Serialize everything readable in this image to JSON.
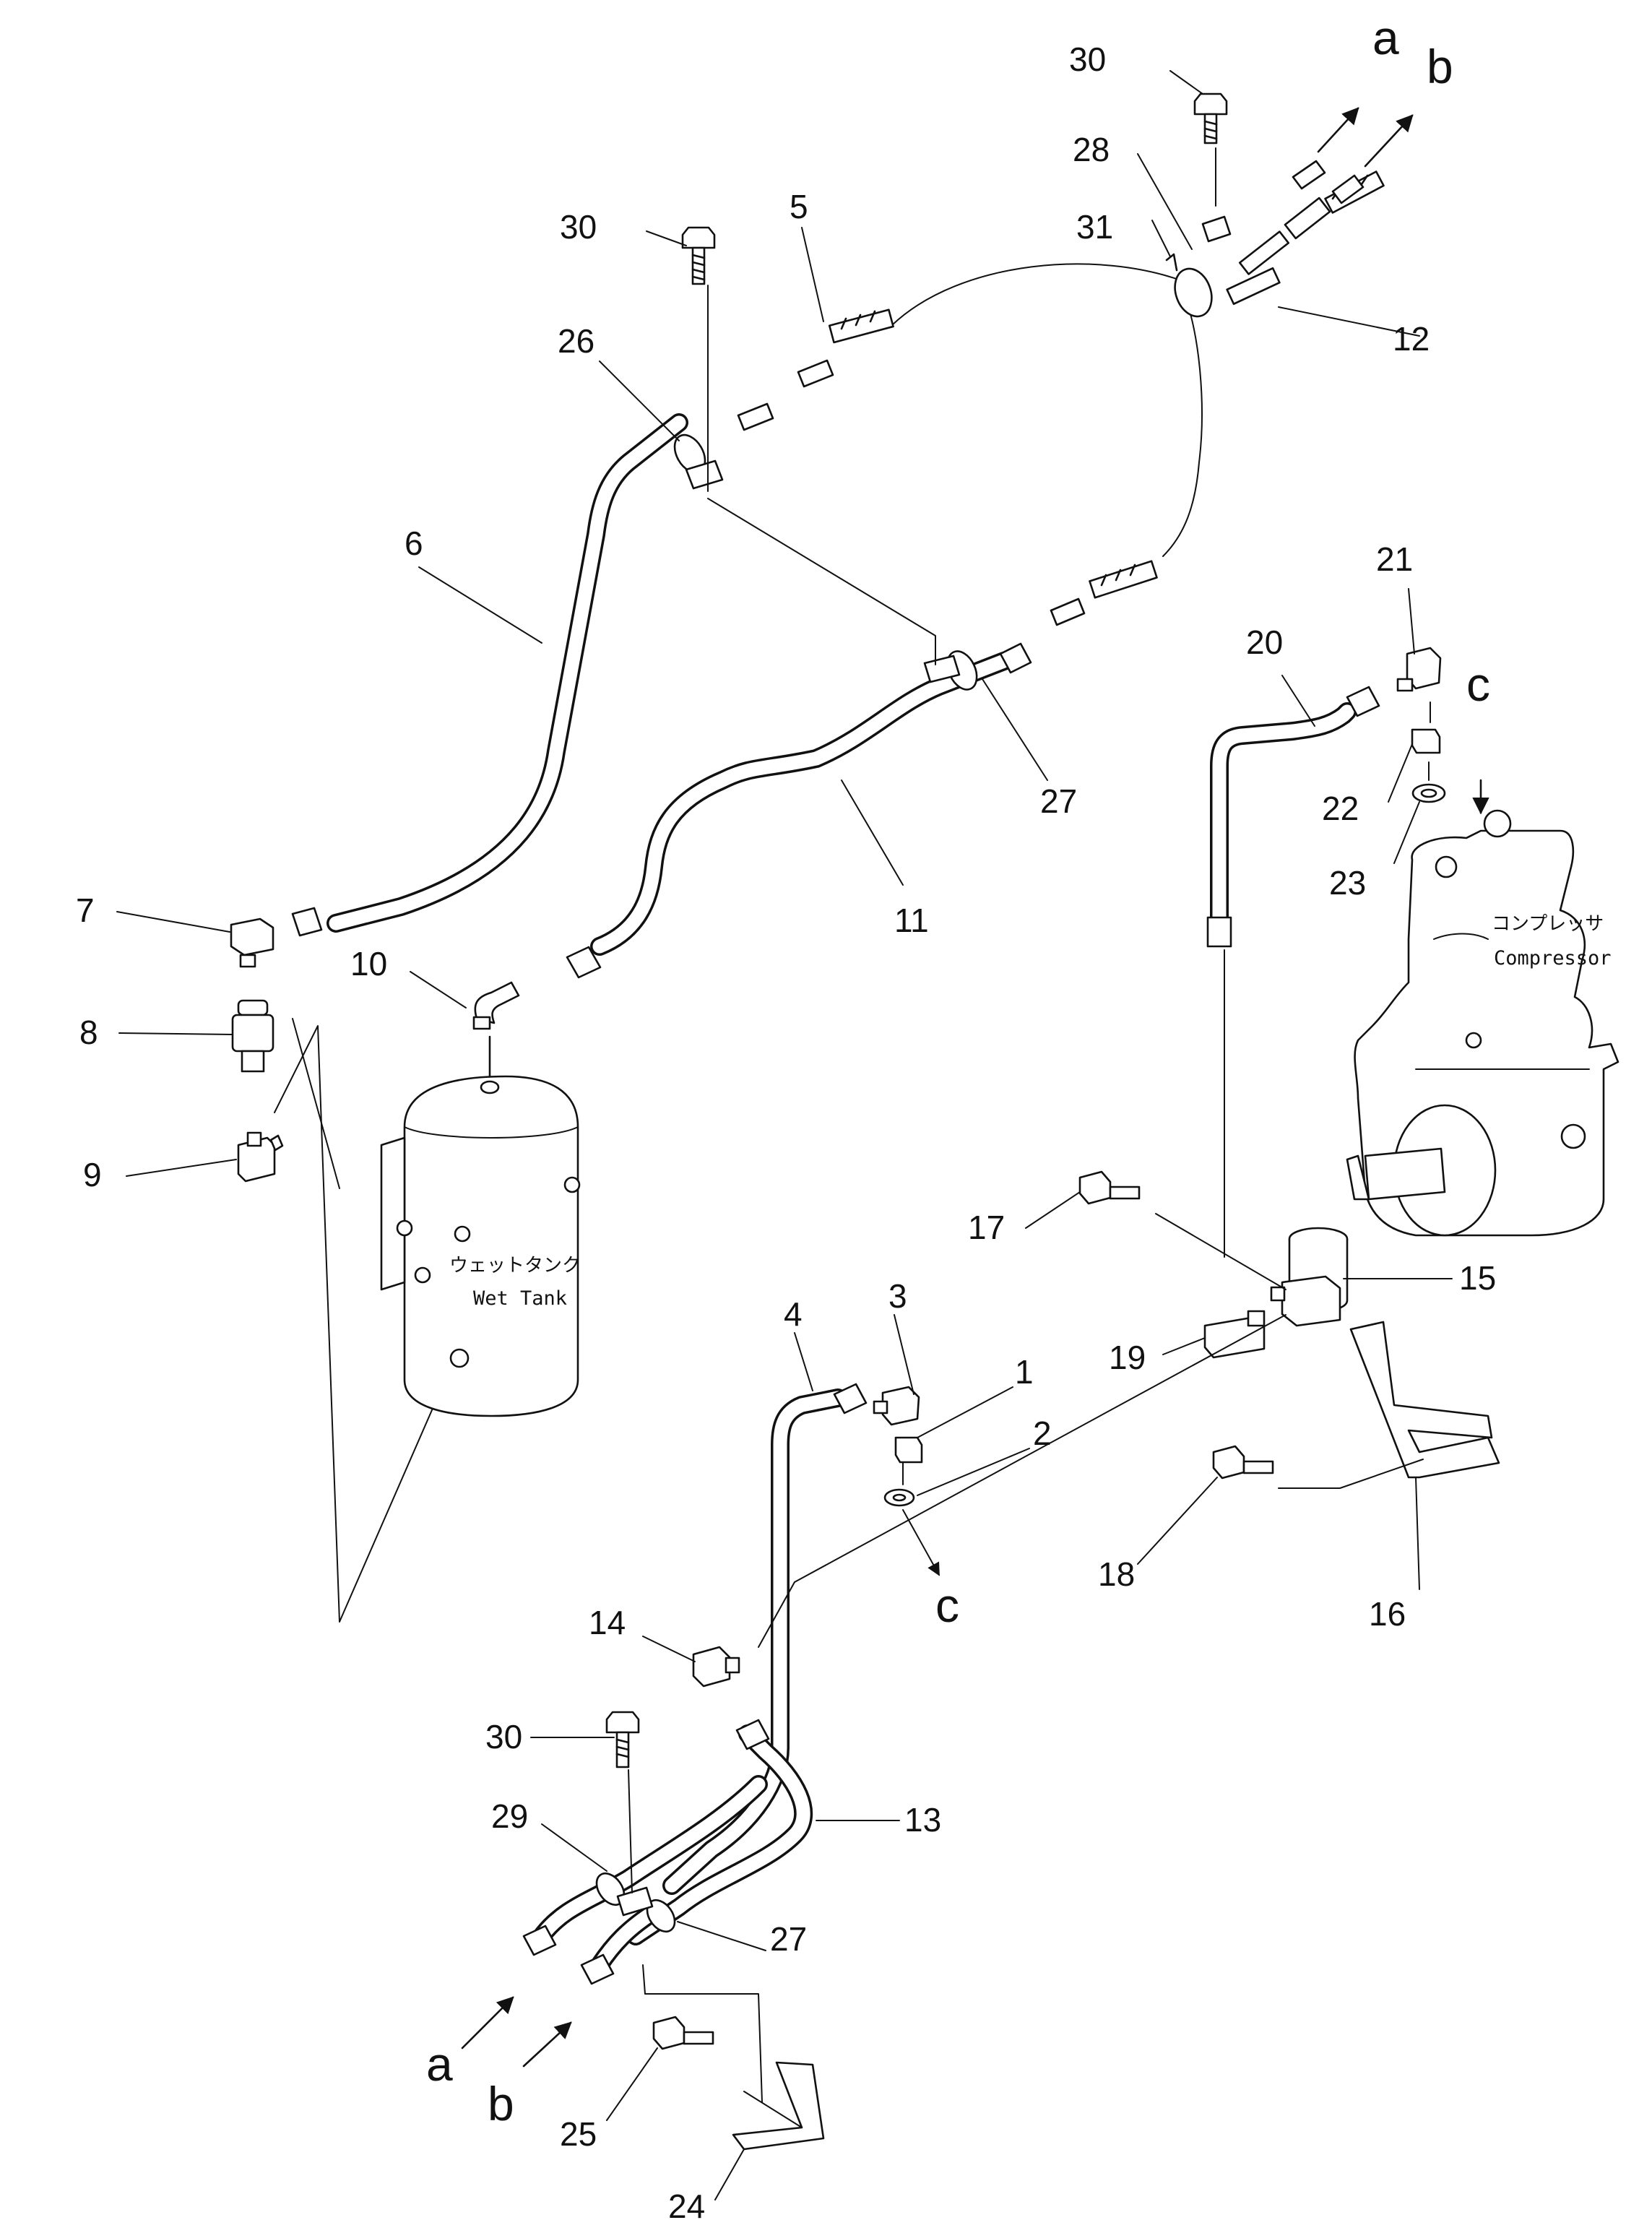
{
  "callouts": {
    "n1": "1",
    "n2": "2",
    "n3": "3",
    "n4": "4",
    "n5": "5",
    "n6": "6",
    "n7": "7",
    "n8": "8",
    "n9": "9",
    "n10": "10",
    "n11": "11",
    "n12": "12",
    "n13": "13",
    "n14": "14",
    "n15": "15",
    "n16": "16",
    "n17": "17",
    "n18": "18",
    "n19": "19",
    "n20": "20",
    "n21": "21",
    "n22": "22",
    "n23": "23",
    "n24": "24",
    "n25": "25",
    "n26": "26",
    "n27": "27",
    "n28": "28",
    "n29": "29",
    "n30": "30",
    "n31": "31"
  },
  "connections": {
    "a": "a",
    "b": "b",
    "c": "c"
  },
  "labels": {
    "wet_tank_jp": "ウェットタンク",
    "wet_tank_en": "Wet Tank",
    "compressor_jp": "コンプレッサ",
    "compressor_en": "Compressor"
  }
}
